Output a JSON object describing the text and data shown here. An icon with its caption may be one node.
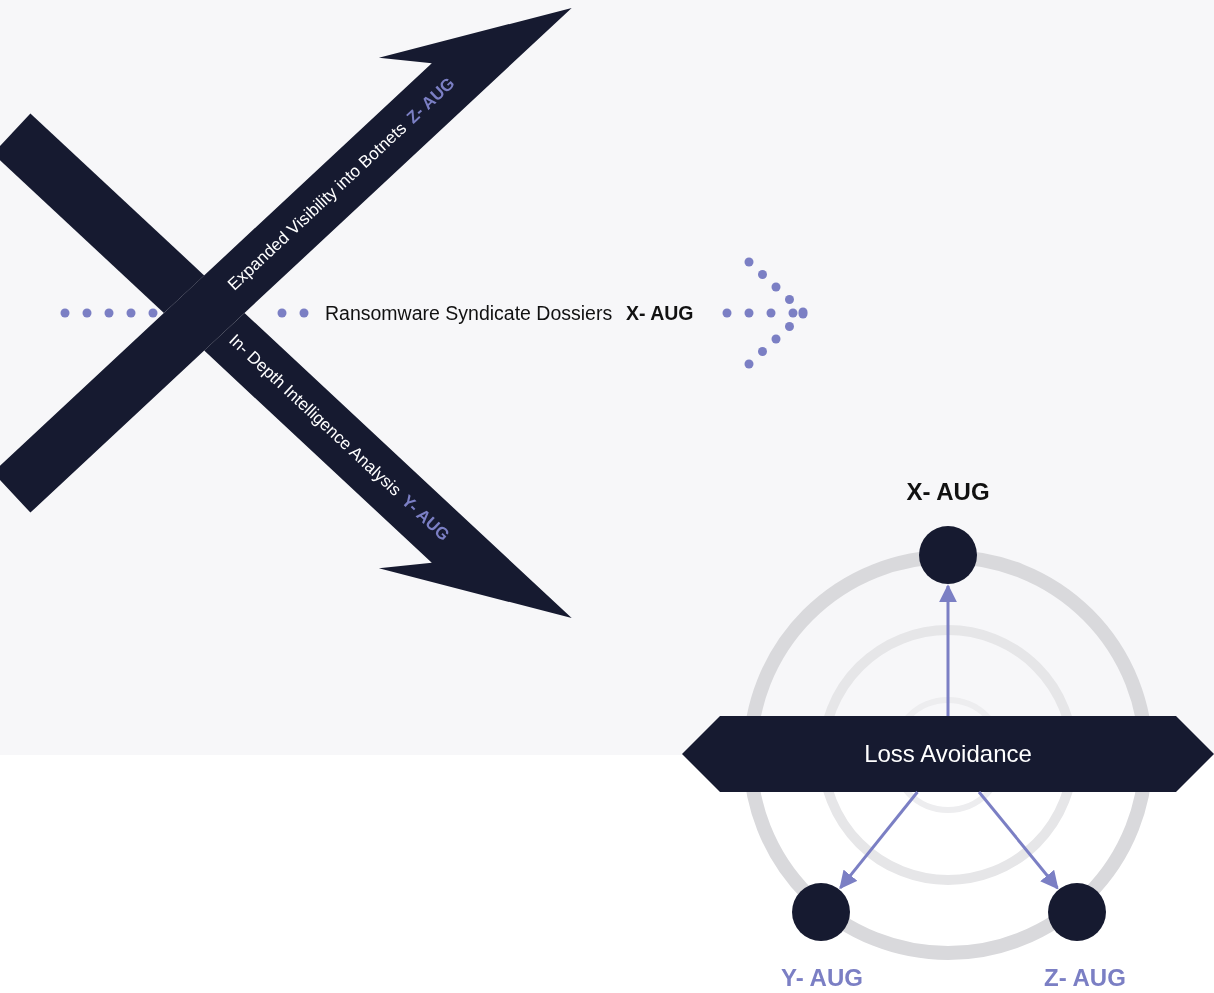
{
  "diagram": {
    "nodes": [
      {
        "text": [
          "Expanded Visibility into Botnets",
          "Z- AUG"
        ]
      },
      {
        "text": [
          "In- Depth Intelligence Analysis",
          "Y- AUG"
        ]
      },
      {
        "text": [
          "Loss Avoidance"
        ]
      },
      {
        "text": [],
        "shape": "circle",
        "beside": [
          "X- AUG"
        ]
      },
      {
        "text": [],
        "shape": "circle",
        "beside": [
          "Y- AUG"
        ]
      },
      {
        "text": [],
        "shape": "circle",
        "beside": [
          "Z- AUG"
        ]
      }
    ],
    "edges": [
      {
        "from": 2,
        "to": 3,
        "arrow": "to"
      },
      {
        "from": 2,
        "to": 4,
        "arrow": "to"
      },
      {
        "from": 2,
        "to": 5,
        "arrow": "to"
      }
    ],
    "labels": [
      "Ransomware Syndicate Dossiers",
      "X- AUG"
    ]
  }
}
